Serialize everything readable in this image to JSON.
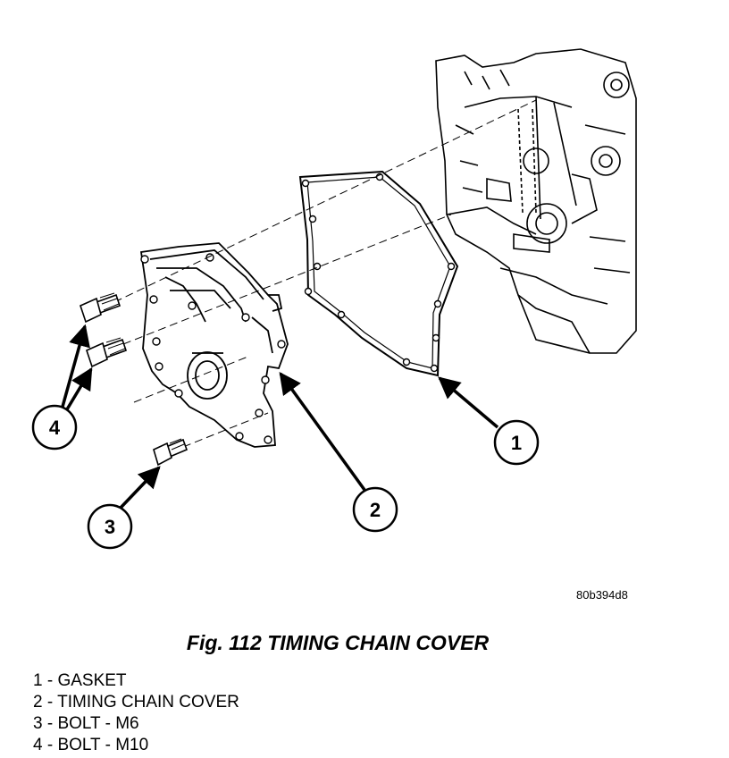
{
  "figure": {
    "reference_code": "80b394d8",
    "caption": "Fig. 112 TIMING CHAIN COVER"
  },
  "callouts": [
    {
      "number": "1"
    },
    {
      "number": "2"
    },
    {
      "number": "3"
    },
    {
      "number": "4"
    }
  ],
  "legend": [
    {
      "text": "1 - GASKET"
    },
    {
      "text": "2 - TIMING CHAIN COVER"
    },
    {
      "text": "3 - BOLT - M6"
    },
    {
      "text": "4 - BOLT - M10"
    }
  ]
}
